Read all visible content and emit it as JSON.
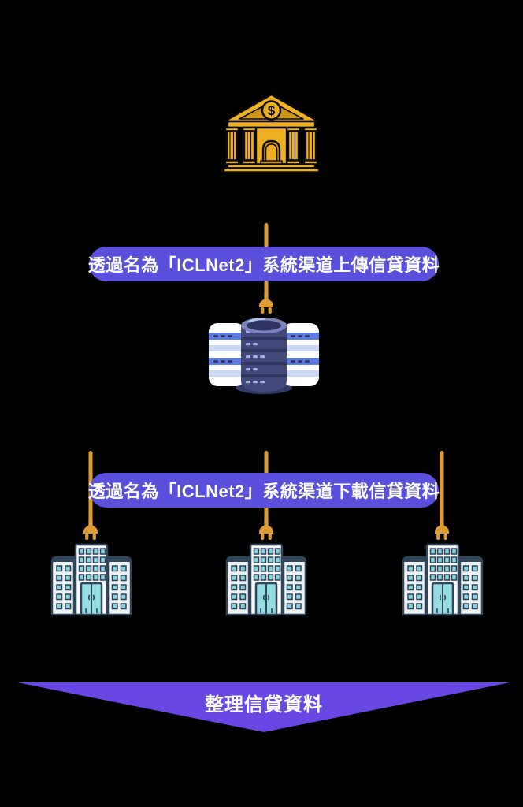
{
  "diagram": {
    "bank_dollar_symbol": "$",
    "upload_banner_text": "透過名為「ICLNet2」系統渠道上傳信貸資料",
    "download_banner_text": "透過名為「ICLNet2」系統渠道下載信貸資料",
    "arrow_label": "整理信貸資料"
  },
  "icons": {
    "top": "bank-icon",
    "middle": "database-server-icon",
    "bottom": [
      "building-icon",
      "building-icon",
      "building-icon"
    ],
    "connectors": "power-plug-connector"
  },
  "colors": {
    "background": "#000000",
    "banner_purple": "#5A50DB",
    "arrow_purple": "#6847E2",
    "connector_orange": "#DD9B33",
    "bank_gold": "#EFAF22",
    "bank_gold_dark": "#CE9414",
    "database_dark_indigo": "#424879",
    "database_blue_stripe": "#5B7BE0",
    "building_outline": "#32465B",
    "building_window_teal": "#86D4DD",
    "text_white": "#FFFFFF"
  }
}
